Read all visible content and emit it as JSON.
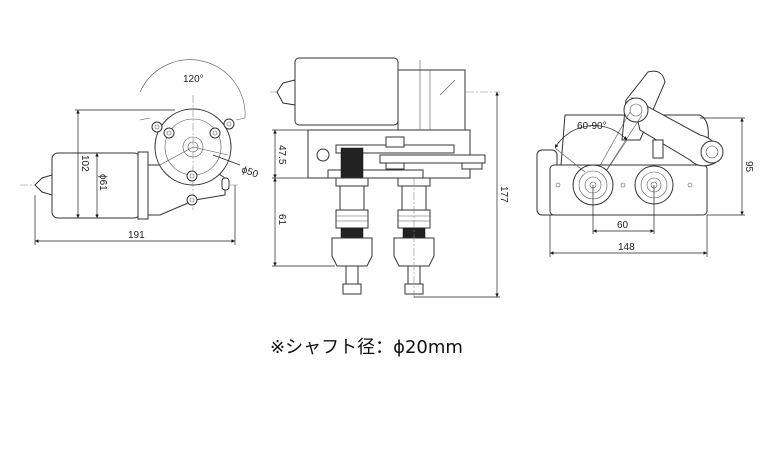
{
  "front_view": {
    "angle": "120°",
    "height": "102",
    "motor_diameter": "ϕ61",
    "length": "191",
    "circle_diameter": "ϕ50"
  },
  "side_view": {
    "plate_height": "47.5",
    "shaft_length": "61",
    "total_height": "177"
  },
  "top_view": {
    "swing_angle": "60-90°",
    "shaft_pitch": "60",
    "width": "148",
    "height": "95"
  },
  "caption": "※シャフト径：ϕ20mm"
}
